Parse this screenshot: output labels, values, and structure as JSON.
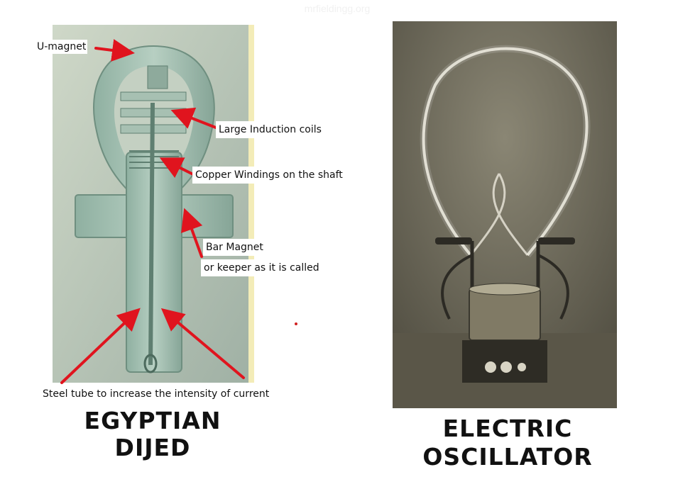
{
  "watermark": "mrfieldingg.org",
  "labels": {
    "u_magnet": "U-magnet",
    "induction_coils": "Large Induction coils",
    "copper_windings": "Copper Windings  on the shaft",
    "bar_magnet_line1": "Bar Magnet",
    "bar_magnet_line2": "or keeper as it is called",
    "steel_tube": "Steel tube to increase the intensity of current"
  },
  "captions": {
    "left_line1": "EGYPTIAN",
    "left_line2": "DIJED",
    "right_line1": "ELECTRIC",
    "right_line2": "OSCILLATOR"
  },
  "colors": {
    "arrow": "#e0141e",
    "artifact_glaze": "#a9c2b3",
    "photo_sepia": "#6f6b5c"
  }
}
